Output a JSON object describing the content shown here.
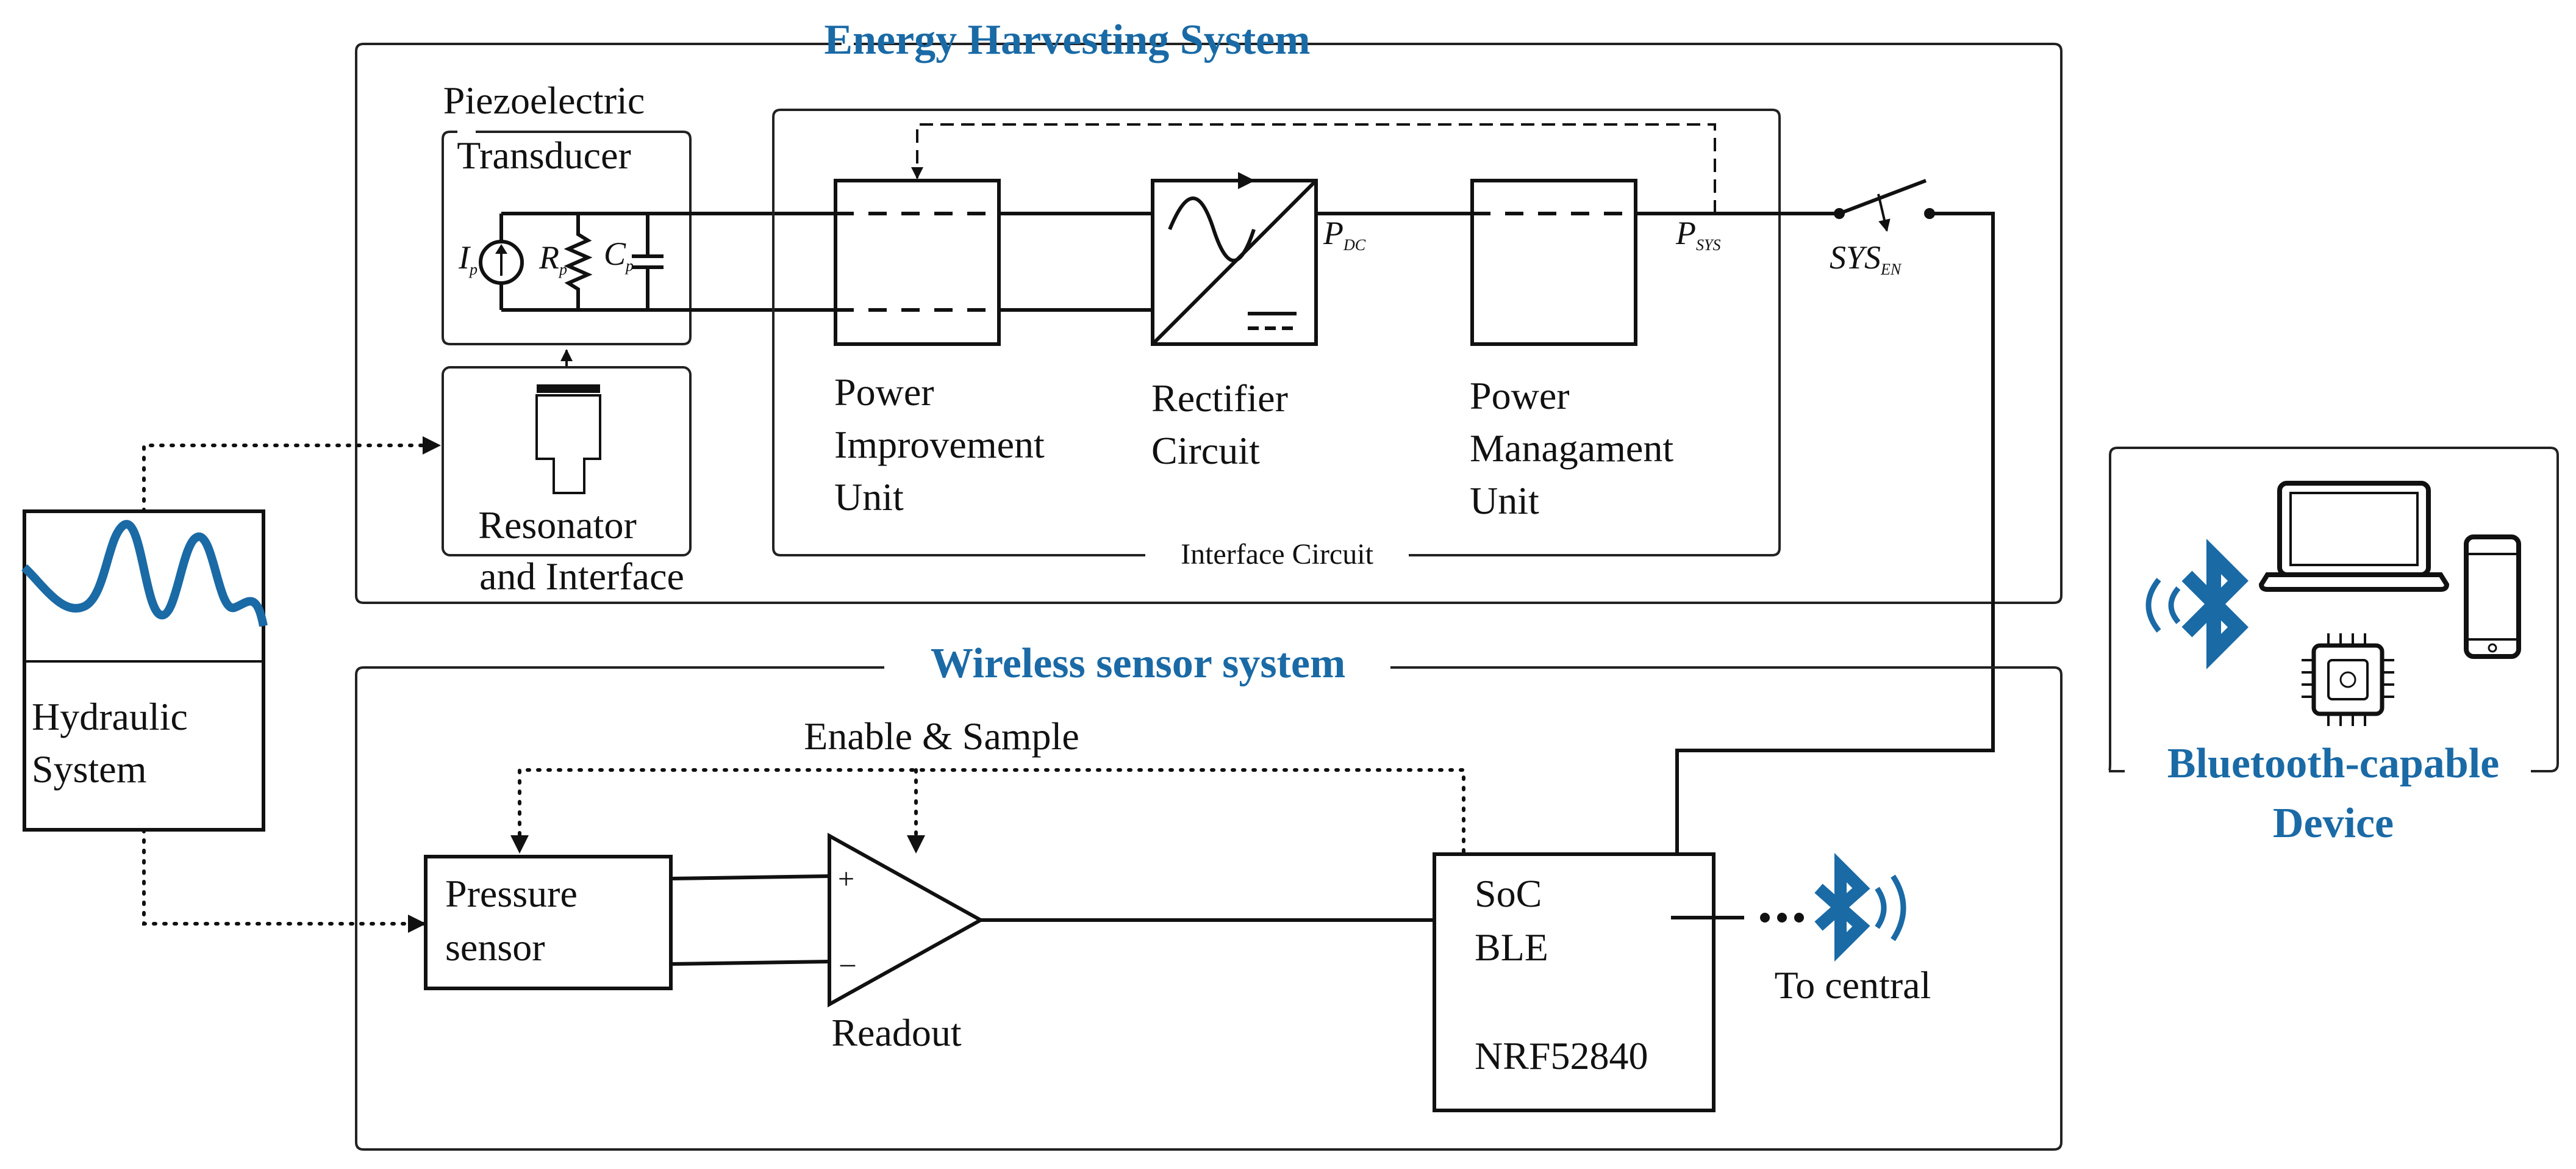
{
  "energy_harvesting": {
    "title": "Energy Harvesting System",
    "piezo_line1": "Piezoelectric",
    "piezo_line2": "Transducer",
    "ip": "I",
    "ip_sub": "p",
    "rp": "R",
    "rp_sub": "p",
    "cp": "C",
    "cp_sub": "p",
    "resonator_line1": "Resonator",
    "resonator_line2": "and Interface",
    "interface_circuit": "Interface Circuit",
    "piu_line1": "Power",
    "piu_line2": "Improvement",
    "piu_line3": "Unit",
    "rect_line1": "Rectifier",
    "rect_line2": "Circuit",
    "pmu_line1": "Power",
    "pmu_line2": "Managament",
    "pmu_line3": "Unit",
    "pdc": "P",
    "pdc_sub": "DC",
    "psys": "P",
    "psys_sub": "SYS",
    "sysen": "SYS",
    "sysen_sub": "EN"
  },
  "hydraulic": {
    "line1": "Hydraulic",
    "line2": "System"
  },
  "wireless": {
    "title": "Wireless sensor system",
    "enable_sample": "Enable & Sample",
    "pressure_line1": "Pressure",
    "pressure_line2": "sensor",
    "plus": "+",
    "minus": "–",
    "readout": "Readout",
    "soc_line1": "SoC",
    "soc_line2": "BLE",
    "soc_line3": "NRF52840",
    "to_central": "To central"
  },
  "device": {
    "line1": "Bluetooth-capable",
    "line2": "Device"
  },
  "colors": {
    "accent": "#1a6aa6",
    "line": "#111111"
  },
  "icons": [
    "bluetooth-icon",
    "laptop-icon",
    "smartphone-icon",
    "chip-icon",
    "sine-icon"
  ]
}
